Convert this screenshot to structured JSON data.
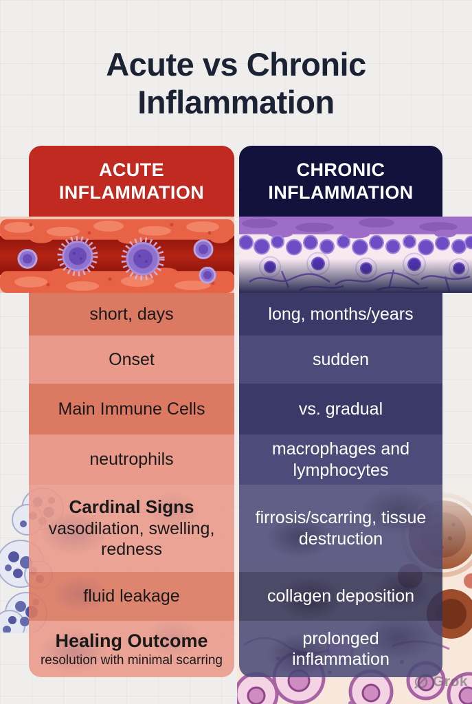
{
  "title": {
    "line1": "Acute vs Chronic",
    "line2": "Inflammation"
  },
  "columns": [
    {
      "id": "acute",
      "header_line1": "ACUTE",
      "header_line2": "INFLAMMATION",
      "image": "blood-vessel-with-purple-neutrophil-cells-illustration",
      "rows": [
        {
          "text": "short, days"
        },
        {
          "text": "Onset"
        },
        {
          "text": "Main Immune Cells"
        },
        {
          "text": "neutrophils"
        },
        {
          "heading": "Cardinal Signs",
          "text": "vasodilation, swelling, redness"
        },
        {
          "text": "fluid leakage"
        },
        {
          "heading": "Healing Outcome",
          "text": "resolution with minimal scarring"
        }
      ]
    },
    {
      "id": "chronic",
      "header_line1": "CHRONIC",
      "header_line2": "INFLAMMATION",
      "image": "purple-tissue-with-macrophages-lymphocytes-and-fiber-network-illustration",
      "rows": [
        {
          "text": "long, months/years"
        },
        {
          "text": "sudden"
        },
        {
          "text": "vs. gradual"
        },
        {
          "text": "macrophages and lymphocytes"
        },
        {
          "text": "firrosis/scarring, tissue destruction"
        },
        {
          "text": "collagen deposition"
        },
        {
          "text": "prolonged inflammation"
        }
      ]
    }
  ],
  "background_art": {
    "left": "blue-purple-neutrophil-cell-clusters",
    "right": "pink-purple-histology-tissue-with-brown-cells"
  },
  "watermark": {
    "label": "Grok",
    "icon": "grok-logo-icon"
  },
  "colors": {
    "title_text": "#1a2233",
    "acute_header": "#c02a20",
    "chronic_header": "#13123d",
    "acute_row_dark": "#dc7963",
    "acute_row_light": "#e99a8b",
    "chronic_row_dark": "#3a3968",
    "chronic_row_light": "#4c4b79"
  }
}
